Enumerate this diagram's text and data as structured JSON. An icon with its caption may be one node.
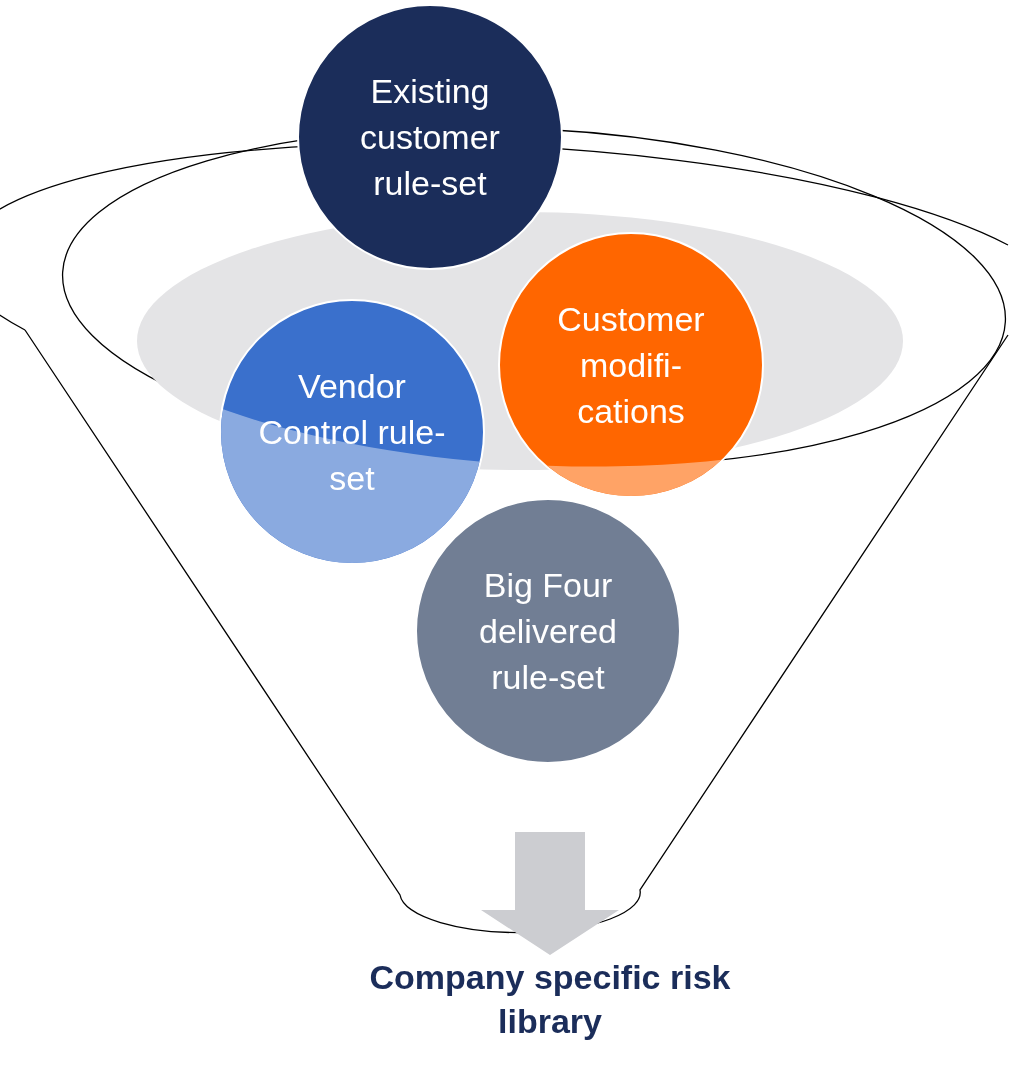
{
  "diagram": {
    "nodes": [
      {
        "text": [
          "Existing customer rule-set"
        ]
      },
      {
        "text": [
          "Customer modifi- cations"
        ]
      },
      {
        "text": [
          "Vendor Control rule-set"
        ]
      },
      {
        "text": [
          "Big Four delivered rule-set"
        ]
      },
      {
        "text": [
          "Company specific risk library"
        ]
      }
    ],
    "edges": [
      {
        "from": null,
        "to": 4,
        "arrow": "to"
      }
    ]
  }
}
